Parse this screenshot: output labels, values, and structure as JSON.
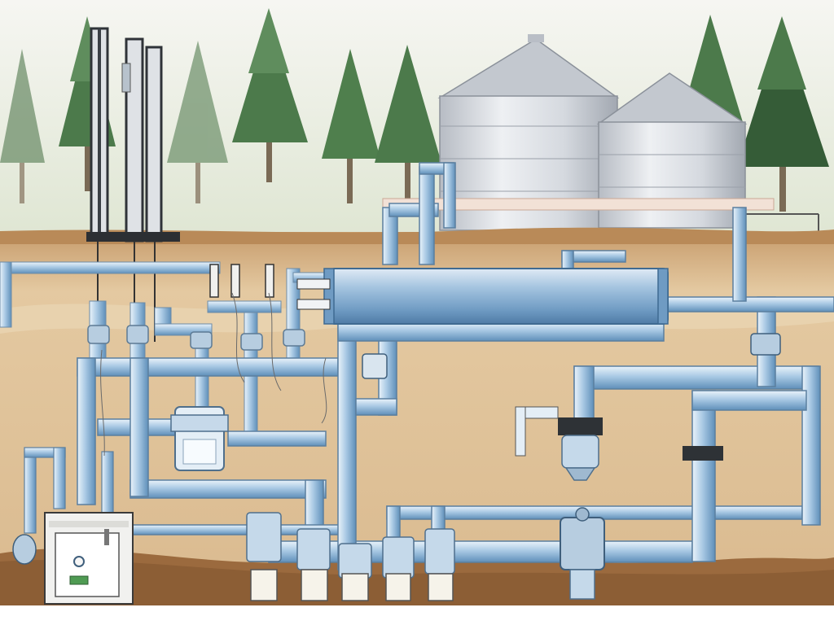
{
  "illustration": {
    "subject": "water-well-pumping-system",
    "components": [
      "well-casings",
      "storage-tanks",
      "pipe-network",
      "pumps",
      "valves",
      "control-box",
      "filter-housing",
      "trees"
    ],
    "colors": {
      "sky": "#f3f3ee",
      "horizon": "#dfe6d3",
      "soil_light": "#e6cda5",
      "soil_mid": "#d7b489",
      "soil_dark": "#9b6a3e",
      "pipe_blue": "#9dc0de",
      "pipe_blue_dark": "#5f8fb9",
      "pipe_light": "#d7e8f5",
      "tank_silver": "#d7dbe1",
      "tank_dark": "#a9afb8",
      "tree_green": "#4c7a4b",
      "tree_dark": "#355c37",
      "control_box": "#f1f1ef",
      "indicator_green": "#4f9b53"
    }
  }
}
